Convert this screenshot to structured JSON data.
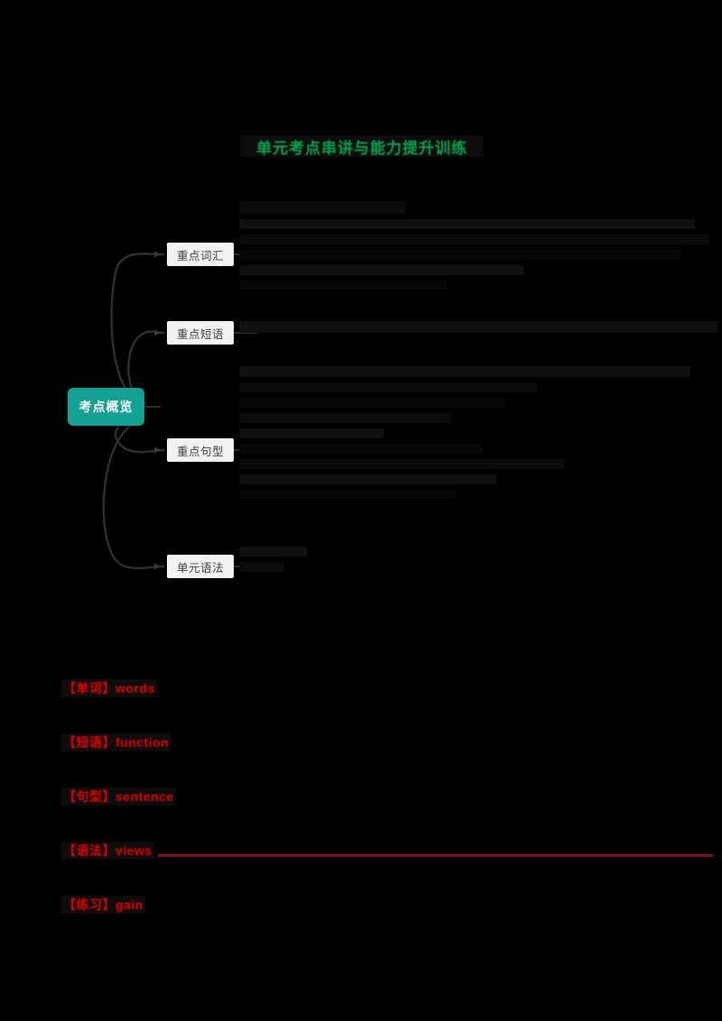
{
  "document": {
    "title": "单元考点串讲与能力提升训练",
    "title_color": "#00a650",
    "background_color": "#000000",
    "page_size": "800x1132"
  },
  "mindmap": {
    "root": {
      "label": "考点概览",
      "fill": "#11a195",
      "text_color": "#ffffff"
    },
    "branches": [
      {
        "label": "重点词汇",
        "content_status": "redacted",
        "redacted_lines": 6
      },
      {
        "label": "重点短语",
        "content_status": "redacted",
        "redacted_lines": 1
      },
      {
        "label": "重点句型",
        "content_status": "redacted",
        "redacted_lines": 9
      },
      {
        "label": "单元语法",
        "content_status": "redacted",
        "redacted_lines": 2
      }
    ],
    "node_fill": "#f2f2f2",
    "node_text_color": "#3c3c3c",
    "connector_color": "#2a2a2a"
  },
  "sections": {
    "accent_color": "#e60000",
    "rule_color": "#7a1414",
    "items": [
      {
        "label": "【单词】words",
        "has_rule": false
      },
      {
        "label": "【短语】function",
        "has_rule": false
      },
      {
        "label": "【句型】sentence",
        "has_rule": false
      },
      {
        "label": "【语法】views",
        "has_rule": true
      },
      {
        "label": "【练习】gain",
        "has_rule": false
      }
    ]
  }
}
